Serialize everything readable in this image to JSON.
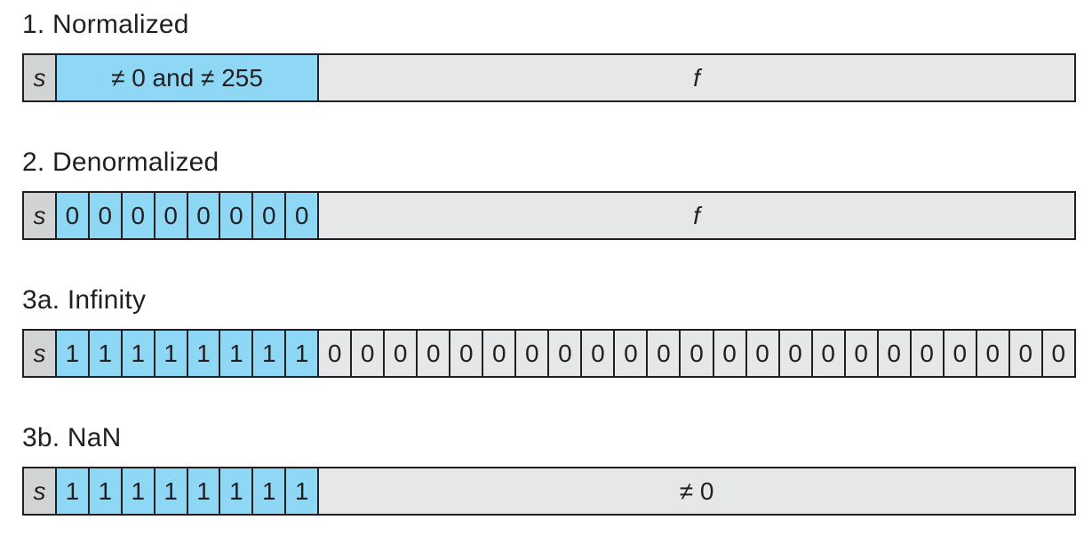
{
  "colors": {
    "exponent_fill": "#8ed8f6",
    "sign_fill": "#d1d3d4",
    "fraction_fill": "#e6e7e8",
    "border": "#231f20",
    "text": "#231f20",
    "background": "#ffffff"
  },
  "figure": {
    "rows": [
      {
        "id": "normalized",
        "label": "1. Normalized",
        "sign": "s",
        "exponent": {
          "style": "merged",
          "text": "≠ 0 and ≠ 255",
          "italic": false
        },
        "fraction": {
          "style": "merged",
          "text": "f",
          "italic": true
        }
      },
      {
        "id": "denormalized",
        "label": "2. Denormalized",
        "sign": "s",
        "exponent": {
          "style": "cells",
          "cells": [
            "0",
            "0",
            "0",
            "0",
            "0",
            "0",
            "0",
            "0"
          ]
        },
        "fraction": {
          "style": "merged",
          "text": "f",
          "italic": true
        }
      },
      {
        "id": "infinity",
        "label": "3a. Infinity",
        "sign": "s",
        "exponent": {
          "style": "cells",
          "cells": [
            "1",
            "1",
            "1",
            "1",
            "1",
            "1",
            "1",
            "1"
          ]
        },
        "fraction": {
          "style": "cells",
          "cells": [
            "0",
            "0",
            "0",
            "0",
            "0",
            "0",
            "0",
            "0",
            "0",
            "0",
            "0",
            "0",
            "0",
            "0",
            "0",
            "0",
            "0",
            "0",
            "0",
            "0",
            "0",
            "0",
            "0"
          ]
        }
      },
      {
        "id": "nan",
        "label": "3b. NaN",
        "sign": "s",
        "exponent": {
          "style": "cells",
          "cells": [
            "1",
            "1",
            "1",
            "1",
            "1",
            "1",
            "1",
            "1"
          ]
        },
        "fraction": {
          "style": "merged",
          "text": "≠ 0",
          "italic": false
        }
      }
    ]
  }
}
